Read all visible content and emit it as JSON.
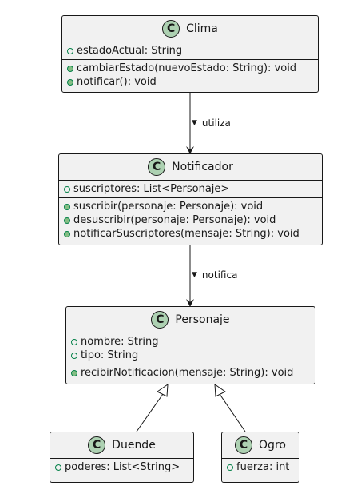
{
  "diagram": {
    "classes": {
      "clima": {
        "stereotype": "C",
        "name": "Clima",
        "attributes": [
          "estadoActual: String"
        ],
        "operations": [
          "cambiarEstado(nuevoEstado: String): void",
          "notificar(): void"
        ]
      },
      "notificador": {
        "stereotype": "C",
        "name": "Notificador",
        "attributes": [
          "suscriptores: List<Personaje>"
        ],
        "operations": [
          "suscribir(personaje: Personaje): void",
          "desuscribir(personaje: Personaje): void",
          "notificarSuscriptores(mensaje: String): void"
        ]
      },
      "personaje": {
        "stereotype": "C",
        "name": "Personaje",
        "attributes": [
          "nombre: String",
          "tipo: String"
        ],
        "operations": [
          "recibirNotificacion(mensaje: String): void"
        ]
      },
      "duende": {
        "stereotype": "C",
        "name": "Duende",
        "attributes": [
          "poderes: List<String>"
        ],
        "operations": []
      },
      "ogro": {
        "stereotype": "C",
        "name": "Ogro",
        "attributes": [
          "fuerza: int"
        ],
        "operations": []
      }
    },
    "relations": {
      "utiliza": {
        "label": "utiliza",
        "direction_marker": "▼"
      },
      "notifica": {
        "label": "notifica",
        "direction_marker": "▼"
      }
    },
    "colors": {
      "box_fill": "#f1f1f1",
      "border": "#181818",
      "stereotype_fill": "#add1b2",
      "visibility_public": "#84be84"
    }
  }
}
